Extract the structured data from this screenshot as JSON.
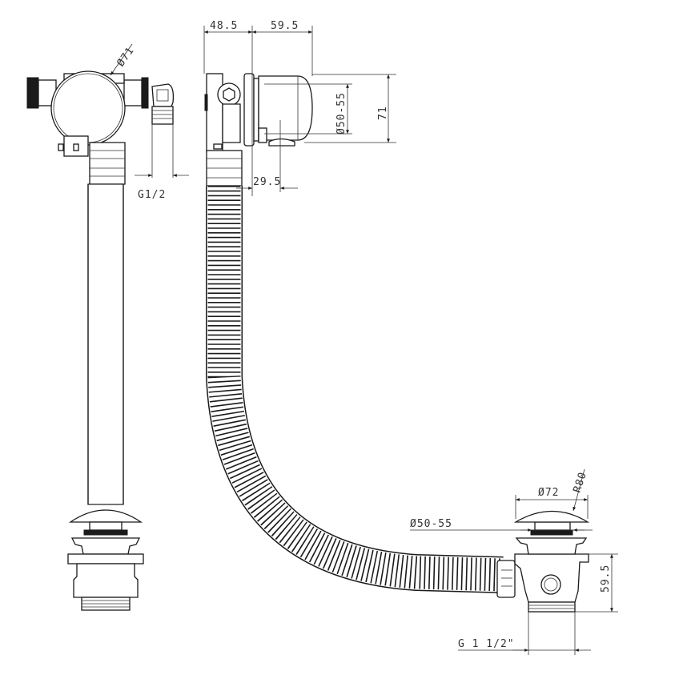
{
  "drawing": {
    "type": "technical-drawing",
    "subject": "bath filler waste and overflow set with flexible hose",
    "views": [
      {
        "name": "front-view-left",
        "description": "overflow valve body with G1/2 inlet, straight corrugated hose, click-clack waste"
      },
      {
        "name": "side-view-right",
        "description": "overflow filler side profile, curved corrugated hose to waste body"
      }
    ]
  },
  "dimensions": {
    "overflow_diameter": "Ø71",
    "inlet_thread": "G1/2",
    "overflow_depth_left": "48.5",
    "overflow_depth_right": "59.5",
    "overflow_offset": "29.5",
    "overflow_hole_diameter": "Ø50-55",
    "overflow_height": "71",
    "waste_cap_diameter": "Ø72",
    "waste_cap_radius": "R80",
    "waste_hole_diameter": "Ø50-55",
    "waste_body_height": "59.5",
    "waste_thread": "G 1 1/2\""
  }
}
